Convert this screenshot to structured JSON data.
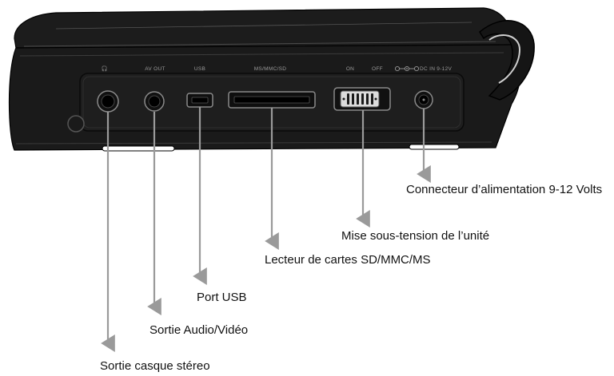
{
  "device": {
    "port_labels": {
      "headphone": "🎧",
      "av_out": "AV OUT",
      "usb": "USB",
      "card": "MS/MMC/SD",
      "on": "ON",
      "off": "OFF",
      "dc_in": "DC IN 9-12V"
    },
    "colors": {
      "body": "#1a1a1a",
      "edge": "#000000",
      "label": "#9a9a9a",
      "arrow": "#9a9a9a"
    }
  },
  "callouts": {
    "headphone": "Sortie casque stéreo",
    "av_out": "Sortie Audio/Vidéo",
    "usb": "Port USB",
    "card_reader": "Lecteur de cartes SD/MMC/MS",
    "power_switch": "Mise sous-tension de l’unité",
    "dc_in": "Connecteur  d’alimentation 9-12 Volts"
  }
}
